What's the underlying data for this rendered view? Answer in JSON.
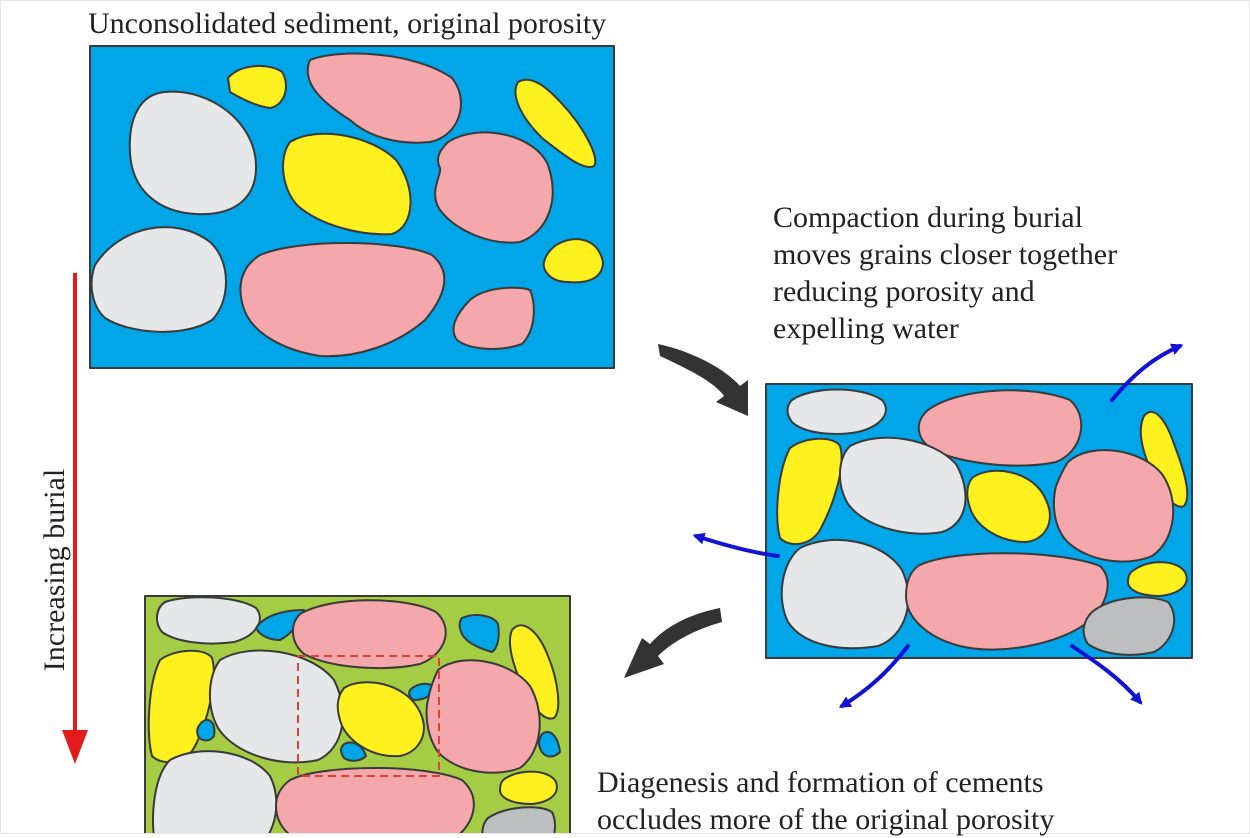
{
  "captions": {
    "stage1": "Unconsolidated sediment, original porosity",
    "stage2": [
      "Compaction during burial",
      "moves grains closer together",
      "reducing porosity and",
      "expelling water"
    ],
    "stage3": [
      "Diagenesis and formation of cements",
      "occludes more of the original porosity"
    ]
  },
  "axis": {
    "label": "Increasing burial"
  },
  "colors": {
    "pore_water": "#00a6e8",
    "cement": "#a5cc45",
    "grain_gray": "#e6e7e9",
    "grain_dark_gray": "#bdbec0",
    "grain_pink": "#f4a8ab",
    "grain_yellow": "#fff01f",
    "outline": "#3a3a3a",
    "burial_arrow": "#e41b1b",
    "flow_arrow": "#333333",
    "water_arrow": "#1212d4",
    "highlight_box": "#e0403a"
  }
}
